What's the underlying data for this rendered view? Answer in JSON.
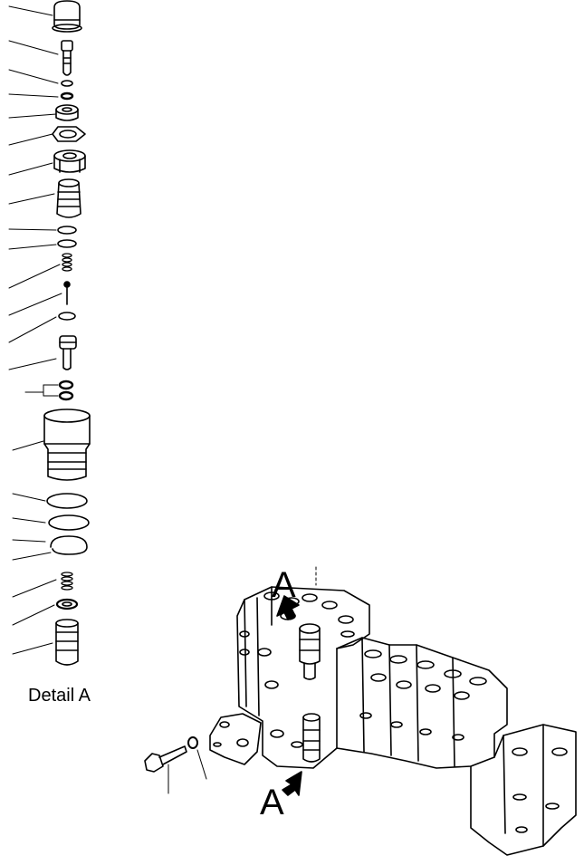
{
  "labels": {
    "detail": "Detail A",
    "arrow_top": "A",
    "arrow_bottom": "A"
  },
  "colors": {
    "ink": "#000000",
    "paper": "#ffffff"
  }
}
